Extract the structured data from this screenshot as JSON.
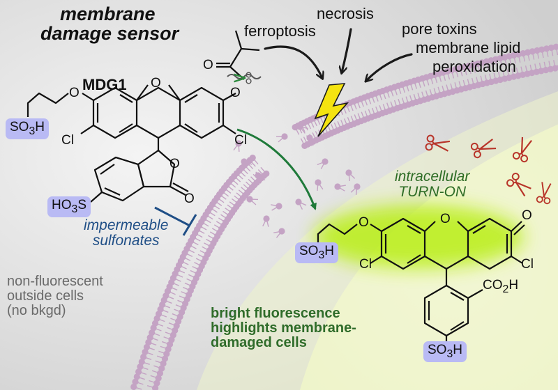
{
  "title": {
    "line1": "membrane",
    "line2": "damage sensor"
  },
  "triggers": [
    "necrosis",
    "ferroptosis",
    "pore toxins",
    "membrane lipid",
    "peroxidation"
  ],
  "compound_name": "MDG1",
  "impermeable": {
    "line1": "impermeable",
    "line2": "sulfonates"
  },
  "outside": {
    "line1": "non-fluorescent",
    "line2": "outside cells",
    "line3": "(no bkgd)"
  },
  "inside": {
    "line1": "bright fluorescence",
    "line2": "highlights membrane-",
    "line3": "damaged cells"
  },
  "turn_on": {
    "line1": "intracellular",
    "line2": "TURN-ON"
  },
  "atoms": {
    "O": "O",
    "Cl": "Cl",
    "so3h_main": "SO",
    "so3h_sub": "3",
    "so3h_tail": "H",
    "ho3s_head": "HO",
    "ho3s_sub": "3",
    "ho3s_tail": "S",
    "co2h_main": "CO",
    "co2h_sub": "2",
    "co2h_tail": "H"
  },
  "colors": {
    "background_outside": "#dedede",
    "background_inside": "#f1f6d4",
    "membrane": "#c4a3c4",
    "glow": "#b9ee18",
    "sulfonate_pill": "#b9baf4",
    "arrow_green": "#1f7a3a",
    "inhibit_blue": "#1f4e86",
    "lightning": "#f5e310",
    "scissors": "#b8352a"
  },
  "icons": [
    "lightning-icon",
    "scissors-icon",
    "cleavage-scissors-icon",
    "inhibition-arrow-icon",
    "reaction-arrow-icon"
  ]
}
